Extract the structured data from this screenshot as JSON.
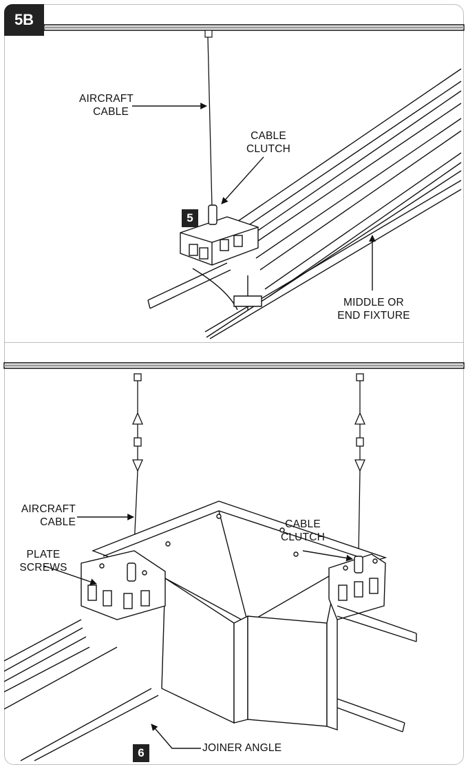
{
  "panel_label": "5B",
  "top_panel": {
    "step_badge": "5",
    "labels": {
      "aircraft_cable": [
        "AIRCRAFT",
        "CABLE"
      ],
      "cable_clutch": [
        "CABLE",
        "CLUTCH"
      ],
      "fixture": [
        "MIDDLE OR",
        "END FIXTURE"
      ]
    }
  },
  "bottom_panel": {
    "step_badge": "6",
    "labels": {
      "aircraft_cable": [
        "AIRCRAFT",
        "CABLE"
      ],
      "cable_clutch": [
        "CABLE",
        "CLUTCH"
      ],
      "plate_screws": [
        "PLATE",
        "SCREWS"
      ],
      "joiner_angle": "JOINER ANGLE"
    }
  },
  "colors": {
    "ink": "#111111",
    "frame": "#bdbdbd",
    "badge": "#222222",
    "rail": "#9a9a9a"
  },
  "icons": [
    "arrow-pointer-icon",
    "double-arrow-icon",
    "step-badge-icon"
  ]
}
